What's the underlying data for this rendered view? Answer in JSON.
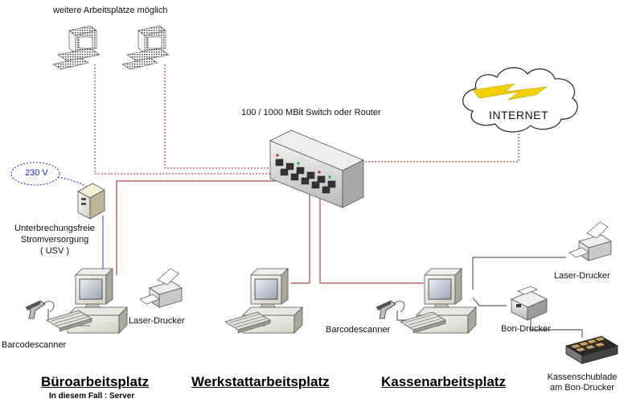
{
  "top_note": "weitere Arbeitsplätze möglich",
  "switch_label": "100 / 1000 MBit Switch oder Router",
  "internet_label": "INTERNET",
  "voltage_label": "230 V",
  "ups_label": [
    "Unterbrechungsfreie",
    "Stromversorgung",
    "( USV )"
  ],
  "devices": {
    "laser_printer": "Laser-Drucker",
    "barcode_scanner": "Barcodescanner",
    "bon_printer": "Bon-Drucker",
    "cash_drawer": [
      "Kassenschublade",
      "am Bon-Drucker"
    ]
  },
  "workstations": {
    "office": {
      "title": "Büroarbeitsplatz",
      "subtitle": "In diesem Fall : Server"
    },
    "workshop": {
      "title": "Werkstattarbeitsplatz"
    },
    "register": {
      "title": "Kassenarbeitsplatz"
    }
  },
  "colors": {
    "network_cable": "#9b1c1c",
    "power_cable": "#3333cc",
    "peripheral_cable": "#333333",
    "lightning": "#f2d100"
  }
}
